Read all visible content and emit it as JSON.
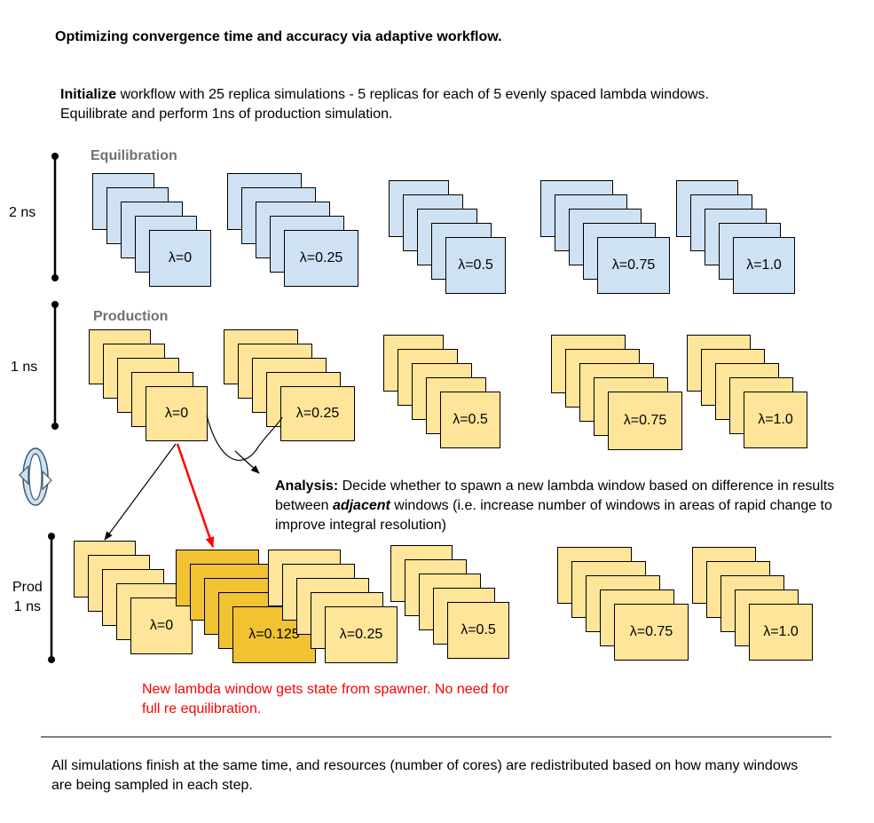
{
  "title": "Optimizing convergence time and accuracy via adaptive workflow.",
  "intro": {
    "bold": "Initialize",
    "text": " workflow with 25 replica simulations - 5 replicas for each of 5 evenly spaced lambda windows. Equilibrate and perform 1ns of production simulation."
  },
  "rows": {
    "equilibration": {
      "label": "Equilibration",
      "time": "2 ns",
      "windows": [
        "λ=0",
        "λ=0.25",
        "λ=0.5",
        "λ=0.75",
        "λ=1.0"
      ],
      "colors": {
        "fill": "#cfe2f3"
      }
    },
    "production": {
      "label": "Production",
      "time": "1 ns",
      "windows": [
        "λ=0",
        "λ=0.25",
        "λ=0.5",
        "λ=0.75",
        "λ=1.0"
      ],
      "colors": {
        "fill": "#ffe599"
      }
    },
    "prod2": {
      "time_line1": "Prod",
      "time_line2": "1 ns",
      "windows": [
        "λ=0",
        "λ=0.125",
        "λ=0.25",
        "λ=0.5",
        "λ=0.75",
        "λ=1.0"
      ],
      "new_window": "λ=0.125",
      "colors": {
        "fill": "#ffe599",
        "new_fill": "#f1c232"
      }
    }
  },
  "analysis": {
    "bold": "Analysis:",
    "text1": " Decide whether to spawn a new lambda window based on difference in results between ",
    "emph": "adjacent",
    "text2": " windows (i.e. increase number of windows in areas of rapid change to improve integral resolution)"
  },
  "red_note": "New lambda window gets state from spawner. No need for full re equilibration.",
  "footer": "All simulations finish at the same time, and resources (number of cores) are redistributed based on how many windows are being sampled in each step.",
  "icons": {
    "cycle": "cycle-arrows-icon"
  },
  "accent": {
    "red": "#ff0000"
  }
}
